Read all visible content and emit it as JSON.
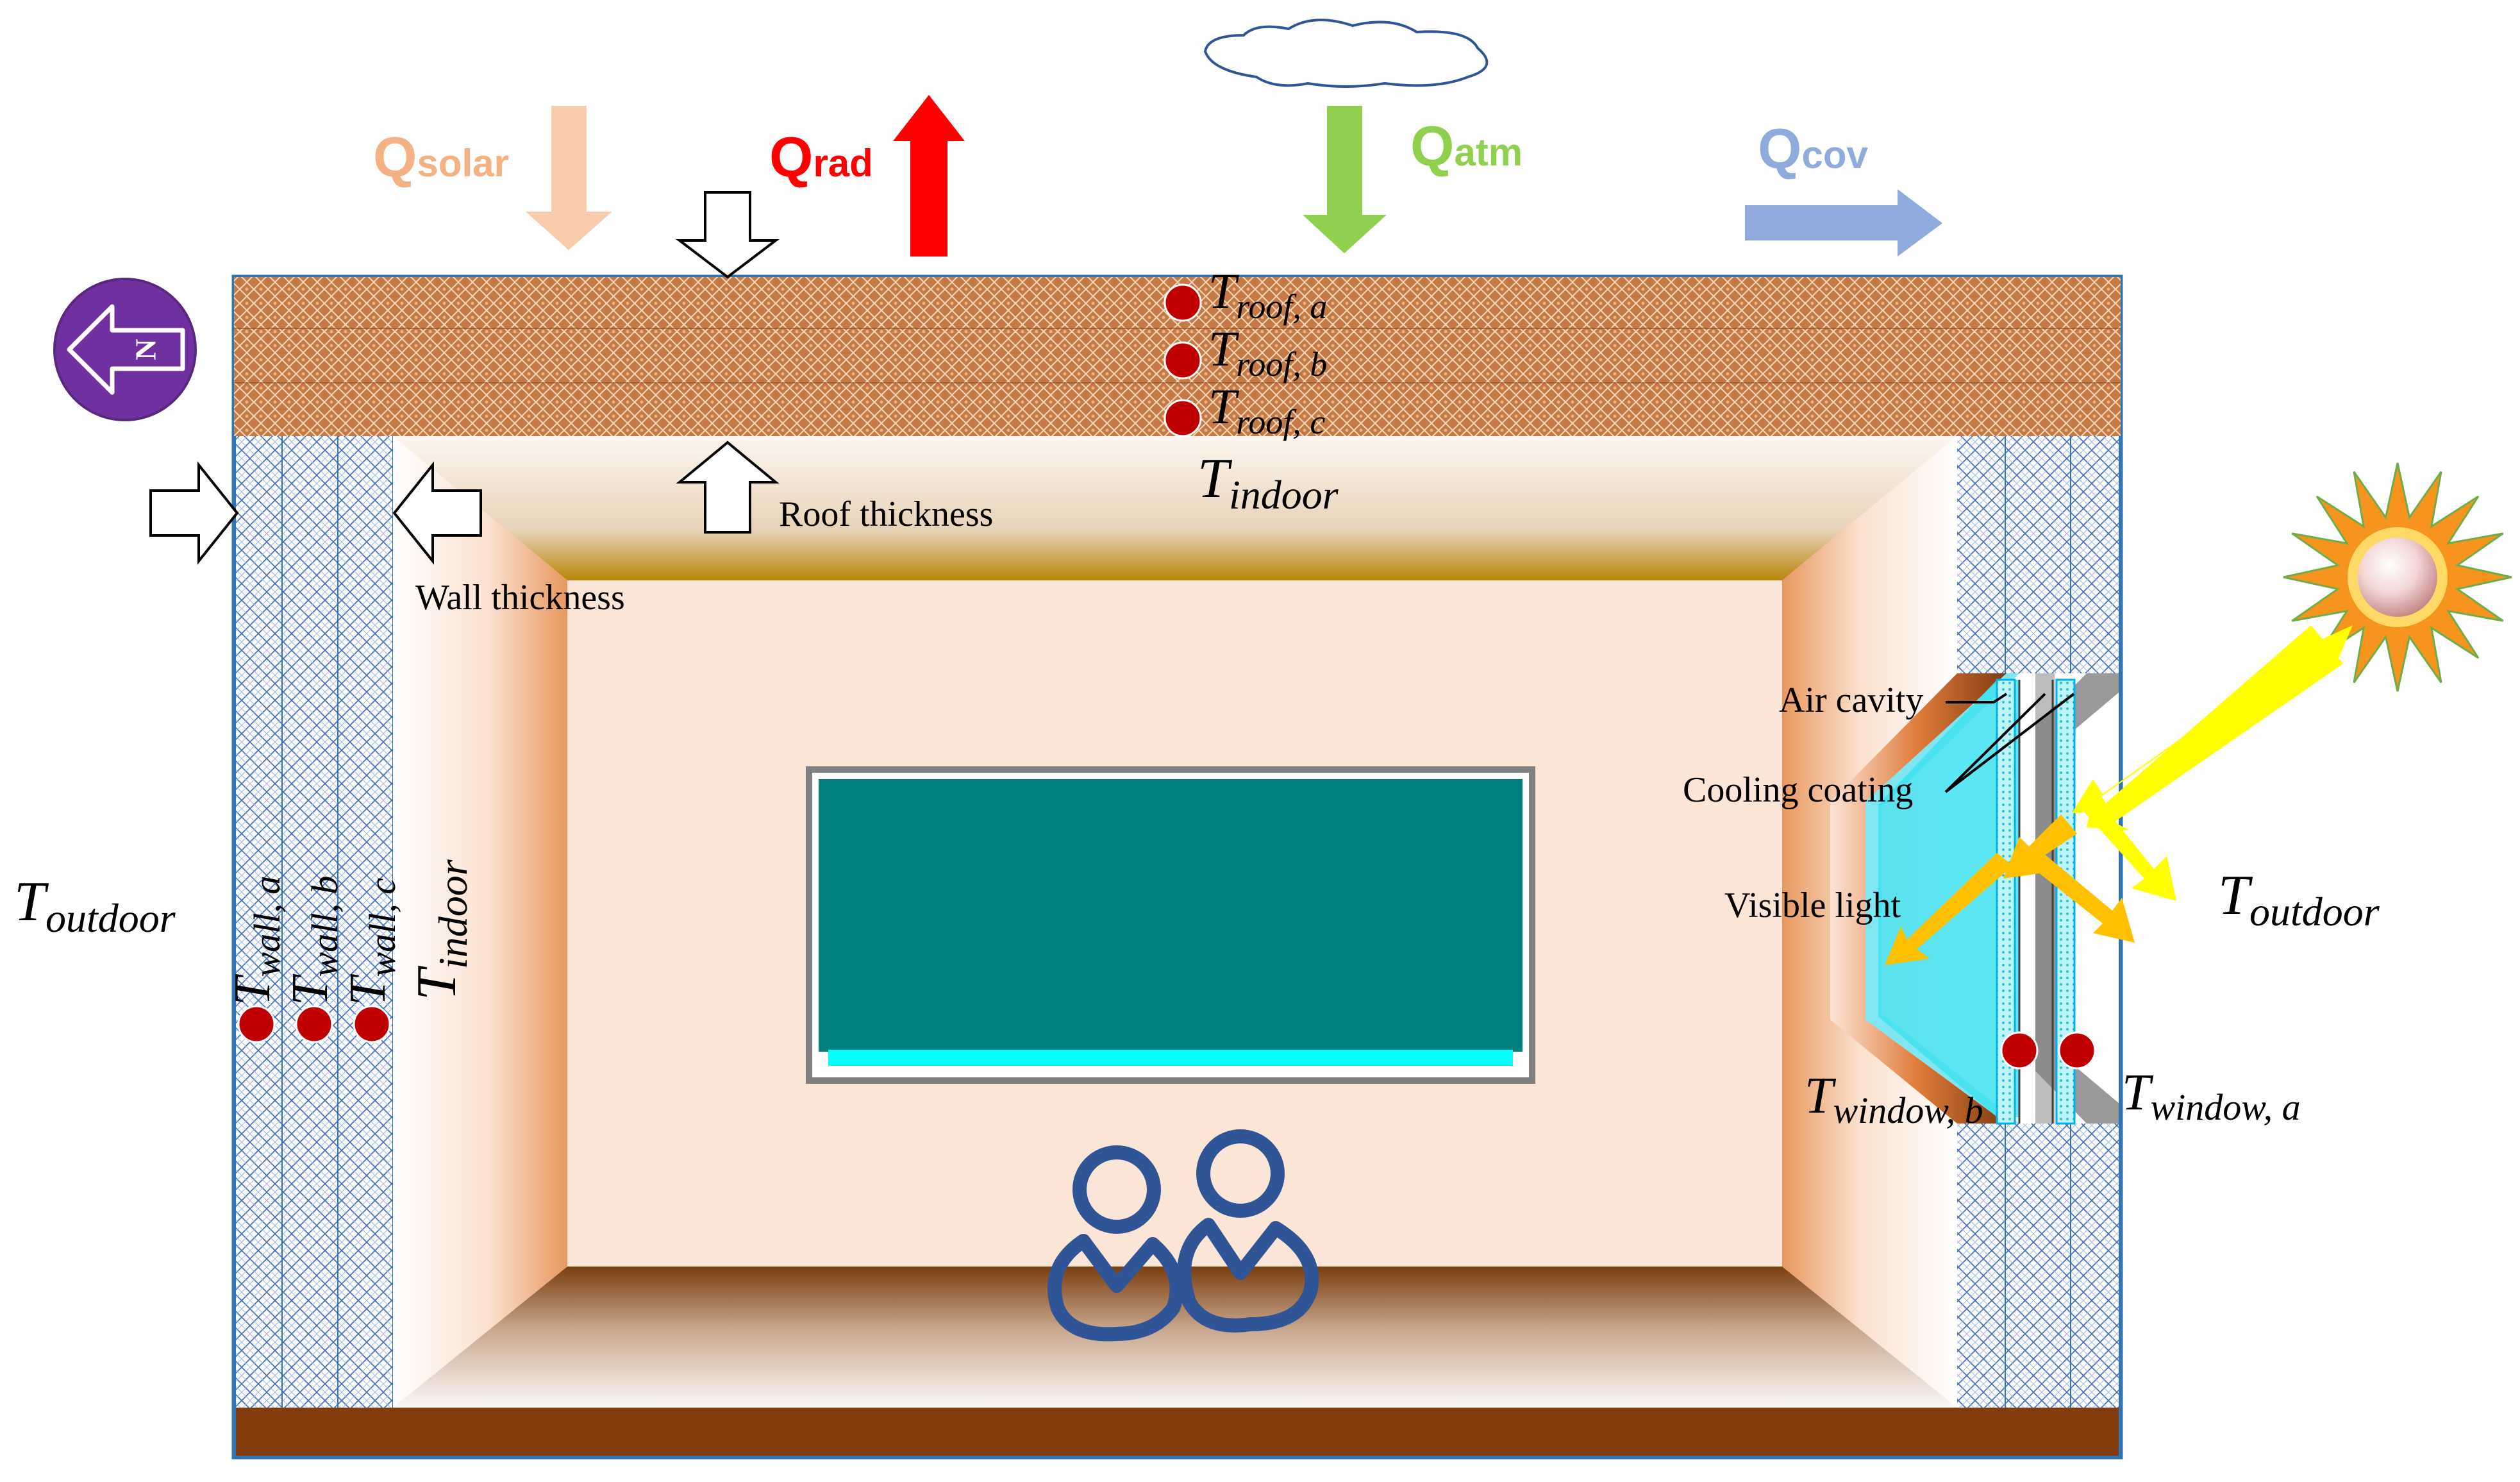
{
  "flux_labels": {
    "solar": {
      "main": "Q",
      "sub": "solar",
      "color": "#F4B183"
    },
    "rad": {
      "main": "Q",
      "sub": "rad",
      "color": "#FF0000"
    },
    "atm": {
      "main": "Q",
      "sub": "atm",
      "color": "#8FD14F"
    },
    "cov": {
      "main": "Q",
      "sub": "cov",
      "color": "#8FAADC"
    }
  },
  "roof_sensors": [
    {
      "main": "T",
      "sub": "roof, a"
    },
    {
      "main": "T",
      "sub": "roof, b"
    },
    {
      "main": "T",
      "sub": "roof, c"
    }
  ],
  "wall_sensors": [
    {
      "main": "T",
      "sub": "wall, a"
    },
    {
      "main": "T",
      "sub": "wall, b"
    },
    {
      "main": "T",
      "sub": "wall, c"
    }
  ],
  "window_sensors": [
    {
      "main": "T",
      "sub": "window, b"
    },
    {
      "main": "T",
      "sub": "window, a"
    }
  ],
  "temperatures": {
    "indoor_top": {
      "main": "T",
      "sub": "indoor"
    },
    "indoor_side": {
      "main": "T",
      "sub": "indoor"
    },
    "outdoor_left": {
      "main": "T",
      "sub": "outdoor"
    },
    "outdoor_right": {
      "main": "T",
      "sub": "outdoor"
    }
  },
  "labels": {
    "roof_thickness": "Roof thickness",
    "wall_thickness": "Wall thickness",
    "air_cavity": "Air cavity",
    "cooling_coating": "Cooling coating",
    "visible_light": "Visible light"
  },
  "compass_letter": "N",
  "colors": {
    "roof": "#C0703A",
    "frame": "#2E75B6",
    "sensor": "#C00000",
    "board": "#008080",
    "people": "#2F5597",
    "floor": "#843C0C",
    "sunlight": "#FFFF00",
    "light_ray": "#FFC000"
  }
}
